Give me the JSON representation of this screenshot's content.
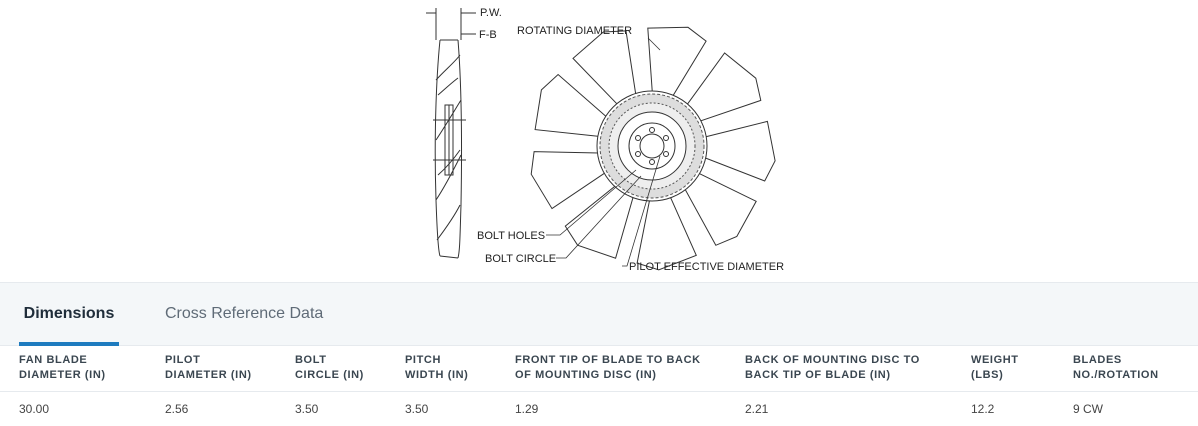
{
  "diagram": {
    "labels": {
      "pw": "P.W.",
      "fb": "F-B",
      "rotating_diameter": "ROTATING DIAMETER",
      "bolt_holes": "BOLT HOLES",
      "bolt_circle": "BOLT CIRCLE",
      "pilot_effective_diameter": "PILOT EFFECTIVE DIAMETER"
    }
  },
  "tabs": [
    {
      "label": "Dimensions",
      "active": true
    },
    {
      "label": "Cross Reference Data",
      "active": false
    }
  ],
  "table": {
    "headers": [
      [
        "FAN BLADE",
        "DIAMETER (IN)"
      ],
      [
        "PILOT",
        "DIAMETER (IN)"
      ],
      [
        "BOLT",
        "CIRCLE (IN)"
      ],
      [
        "PITCH",
        "WIDTH (IN)"
      ],
      [
        "FRONT TIP OF BLADE TO BACK",
        "OF MOUNTING DISC (IN)"
      ],
      [
        "BACK OF MOUNTING DISC TO",
        "BACK TIP OF BLADE (IN)"
      ],
      [
        "WEIGHT",
        "(LBS)"
      ],
      [
        "BLADES",
        "NO./ROTATION"
      ]
    ],
    "rows": [
      [
        "30.00",
        "2.56",
        "3.50",
        "3.50",
        "1.29",
        "2.21",
        "12.2",
        "9 CW"
      ]
    ]
  },
  "colors": {
    "accent": "#1e7bbf",
    "tab_bar_bg": "#f4f7f9",
    "active_tab_text": "#1f2d3a",
    "inactive_tab_text": "#5f6b77"
  }
}
